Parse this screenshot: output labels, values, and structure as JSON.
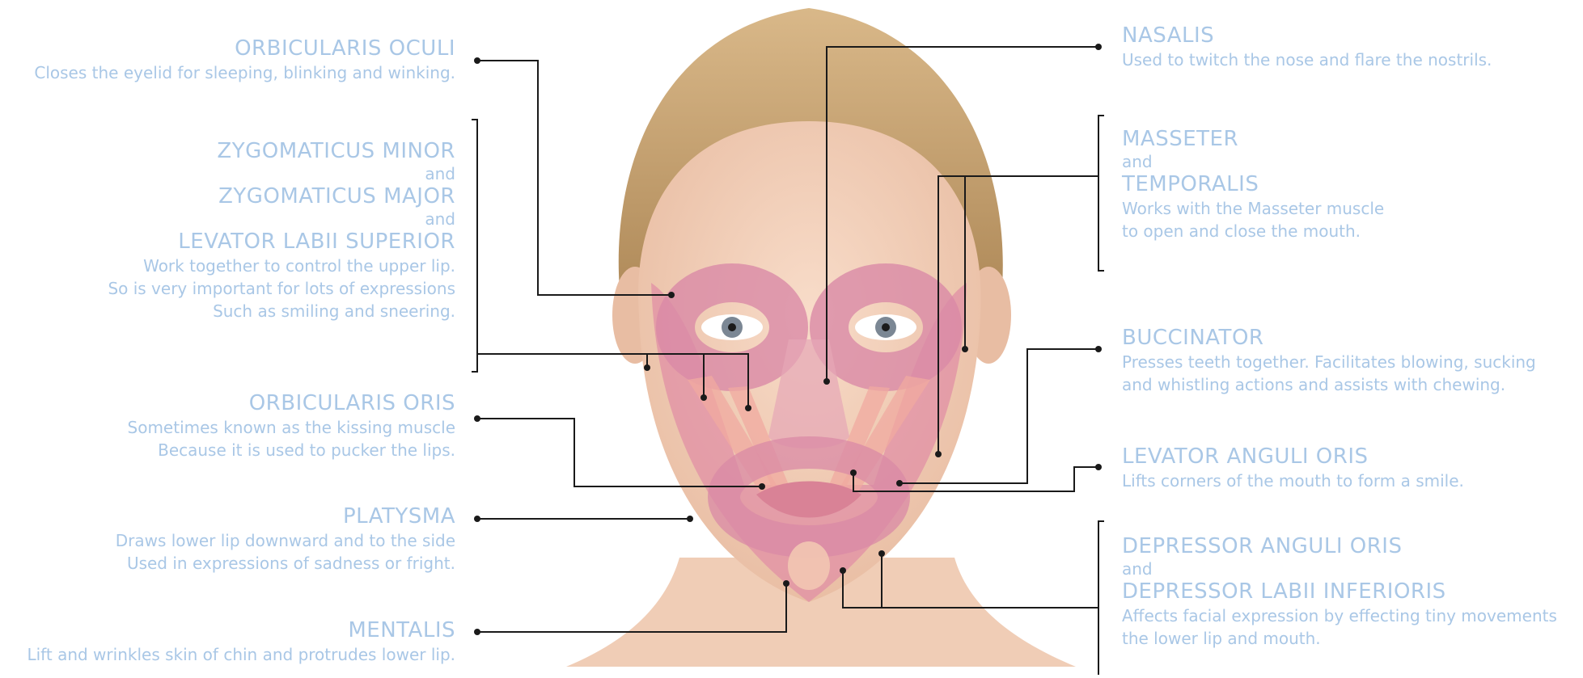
{
  "colors": {
    "label": "#a9c7e6",
    "leader": "#1a1a1a",
    "muscle": "#e08da5",
    "skin": "#f3d2bd",
    "hair": "#c8a46e"
  },
  "labels": {
    "orbicularis_oculi": {
      "title": "ORBICULARIS OCULI",
      "desc": "Closes the eyelid for sleeping, blinking and winking."
    },
    "zygomaticus": {
      "title1": "ZYGOMATICUS MINOR",
      "and1": "and",
      "title2": "ZYGOMATICUS MAJOR",
      "and2": "and",
      "title3": "LEVATOR LABII SUPERIOR",
      "desc1": "Work together to control the upper lip.",
      "desc2": "So is very important for lots of expressions",
      "desc3": "Such as smiling and sneering."
    },
    "orbicularis_oris": {
      "title": "ORBICULARIS ORIS",
      "desc1": "Sometimes known as the kissing muscle",
      "desc2": "Because it is used to pucker the lips."
    },
    "platysma": {
      "title": "PLATYSMA",
      "desc1": "Draws lower lip downward and to the side",
      "desc2": "Used in expressions of sadness or fright."
    },
    "mentalis": {
      "title": "MENTALIS",
      "desc": "Lift and wrinkles skin of chin and protrudes lower lip."
    },
    "nasalis": {
      "title": "NASALIS",
      "desc": "Used to twitch the nose and flare the nostrils."
    },
    "masseter": {
      "title1": "MASSETER",
      "and": "and",
      "title2": "TEMPORALIS",
      "desc1": "Works with the Masseter muscle",
      "desc2": "to open and close the mouth."
    },
    "buccinator": {
      "title": "BUCCINATOR",
      "desc1": "Presses teeth together. Facilitates blowing, sucking",
      "desc2": "and whistling actions and assists with chewing."
    },
    "levator_anguli": {
      "title": "LEVATOR ANGULI ORIS",
      "desc": "Lifts corners of the mouth to form a smile."
    },
    "depressor": {
      "title1": "DEPRESSOR ANGULI ORIS",
      "and": "and",
      "title2": "DEPRESSOR LABII INFERIORIS",
      "desc1": "Affects facial expression by effecting tiny movements",
      "desc2": "the lower lip and mouth."
    }
  }
}
